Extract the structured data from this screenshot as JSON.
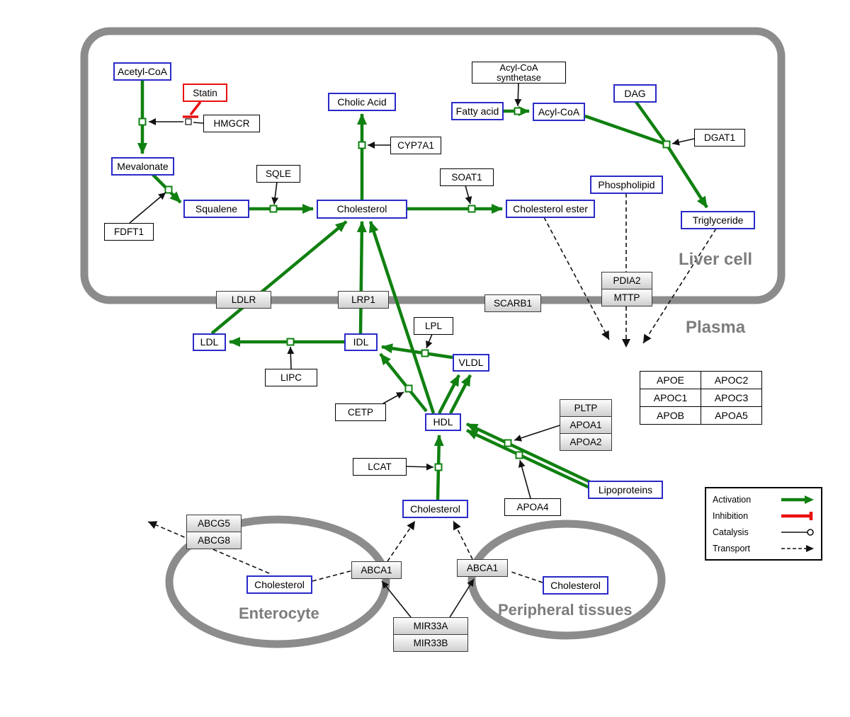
{
  "regions": {
    "liver": "Liver cell",
    "plasma": "Plasma",
    "enterocyte": "Enterocyte",
    "peripheral": "Peripheral tissues"
  },
  "nodes": {
    "acetyl_coa": {
      "label": "Acetyl-CoA"
    },
    "statin": {
      "label": "Statin"
    },
    "hmgcr": {
      "label": "HMGCR"
    },
    "mevalonate": {
      "label": "Mevalonate"
    },
    "fdft1": {
      "label": "FDFT1"
    },
    "squalene": {
      "label": "Squalene"
    },
    "sqle": {
      "label": "SQLE"
    },
    "cholesterol_liver": {
      "label": "Cholesterol"
    },
    "cholic_acid": {
      "label": "Cholic Acid"
    },
    "cyp7a1": {
      "label": "CYP7A1"
    },
    "soat1": {
      "label": "SOAT1"
    },
    "cholesterol_ester": {
      "label": "Cholesterol ester"
    },
    "acyl_coa_synthetase": {
      "label": "Acyl-CoA synthetase"
    },
    "fatty_acid": {
      "label": "Fatty acid"
    },
    "acyl_coa": {
      "label": "Acyl-CoA"
    },
    "dag": {
      "label": "DAG"
    },
    "dgat1": {
      "label": "DGAT1"
    },
    "phospholipid": {
      "label": "Phospholipid"
    },
    "triglyceride": {
      "label": "Triglyceride"
    },
    "ldlr": {
      "label": "LDLR"
    },
    "lrp1": {
      "label": "LRP1"
    },
    "scarb1": {
      "label": "SCARB1"
    },
    "pdia2": {
      "label": "PDIA2"
    },
    "mttp": {
      "label": "MTTP"
    },
    "ldl": {
      "label": "LDL"
    },
    "idl": {
      "label": "IDL"
    },
    "lipc": {
      "label": "LIPC"
    },
    "lpl": {
      "label": "LPL"
    },
    "vldl": {
      "label": "VLDL"
    },
    "cetp": {
      "label": "CETP"
    },
    "hdl": {
      "label": "HDL"
    },
    "pltp": {
      "label": "PLTP"
    },
    "apoa1": {
      "label": "APOA1"
    },
    "apoa2": {
      "label": "APOA2"
    },
    "lcat": {
      "label": "LCAT"
    },
    "apoa4": {
      "label": "APOA4"
    },
    "lipoproteins": {
      "label": "Lipoproteins"
    },
    "cholesterol_plasma": {
      "label": "Cholesterol"
    },
    "abcg5": {
      "label": "ABCG5"
    },
    "abcg8": {
      "label": "ABCG8"
    },
    "cholesterol_enterocyte": {
      "label": "Cholesterol"
    },
    "abca1_enterocyte": {
      "label": "ABCA1"
    },
    "abca1_peripheral": {
      "label": "ABCA1"
    },
    "cholesterol_peripheral": {
      "label": "Cholesterol"
    },
    "mir33a": {
      "label": "MIR33A"
    },
    "mir33b": {
      "label": "MIR33B"
    }
  },
  "apo_table": {
    "rows": [
      [
        "APOE",
        "APOC2"
      ],
      [
        "APOC1",
        "APOC3"
      ],
      [
        "APOB",
        "APOA5"
      ]
    ]
  },
  "legend": {
    "items": [
      {
        "label": "Activation",
        "type": "activation"
      },
      {
        "label": "Inhibition",
        "type": "inhibition"
      },
      {
        "label": "Catalysis",
        "type": "catalysis"
      },
      {
        "label": "Transport",
        "type": "transport"
      }
    ]
  },
  "colors": {
    "activation": "#108010",
    "inhibition": "#e81010",
    "metabolite_border": "#2a2ac8",
    "membrane": "#8c8c8c"
  }
}
